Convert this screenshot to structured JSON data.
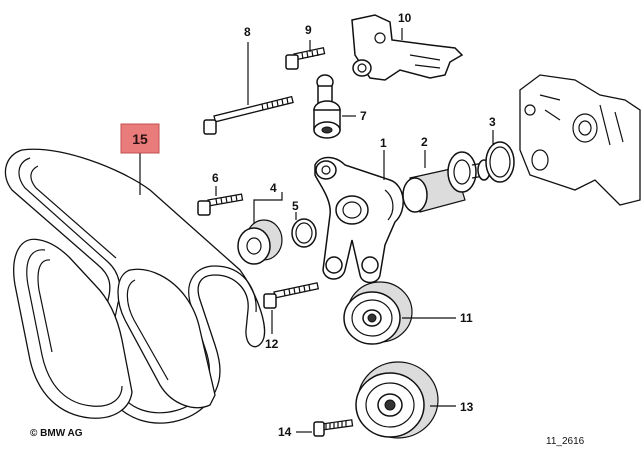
{
  "diagram": {
    "callouts": {
      "c1": "1",
      "c2": "2",
      "c3": "3",
      "c4": "4",
      "c5": "5",
      "c6": "6",
      "c7": "7",
      "c8": "8",
      "c9": "9",
      "c10": "10",
      "c11": "11",
      "c12": "12",
      "c13": "13",
      "c14": "14"
    },
    "highlight": {
      "label": "15",
      "color": "#e97b7b"
    },
    "copyright": "© BMW AG",
    "drawing_code": "11_2616"
  }
}
